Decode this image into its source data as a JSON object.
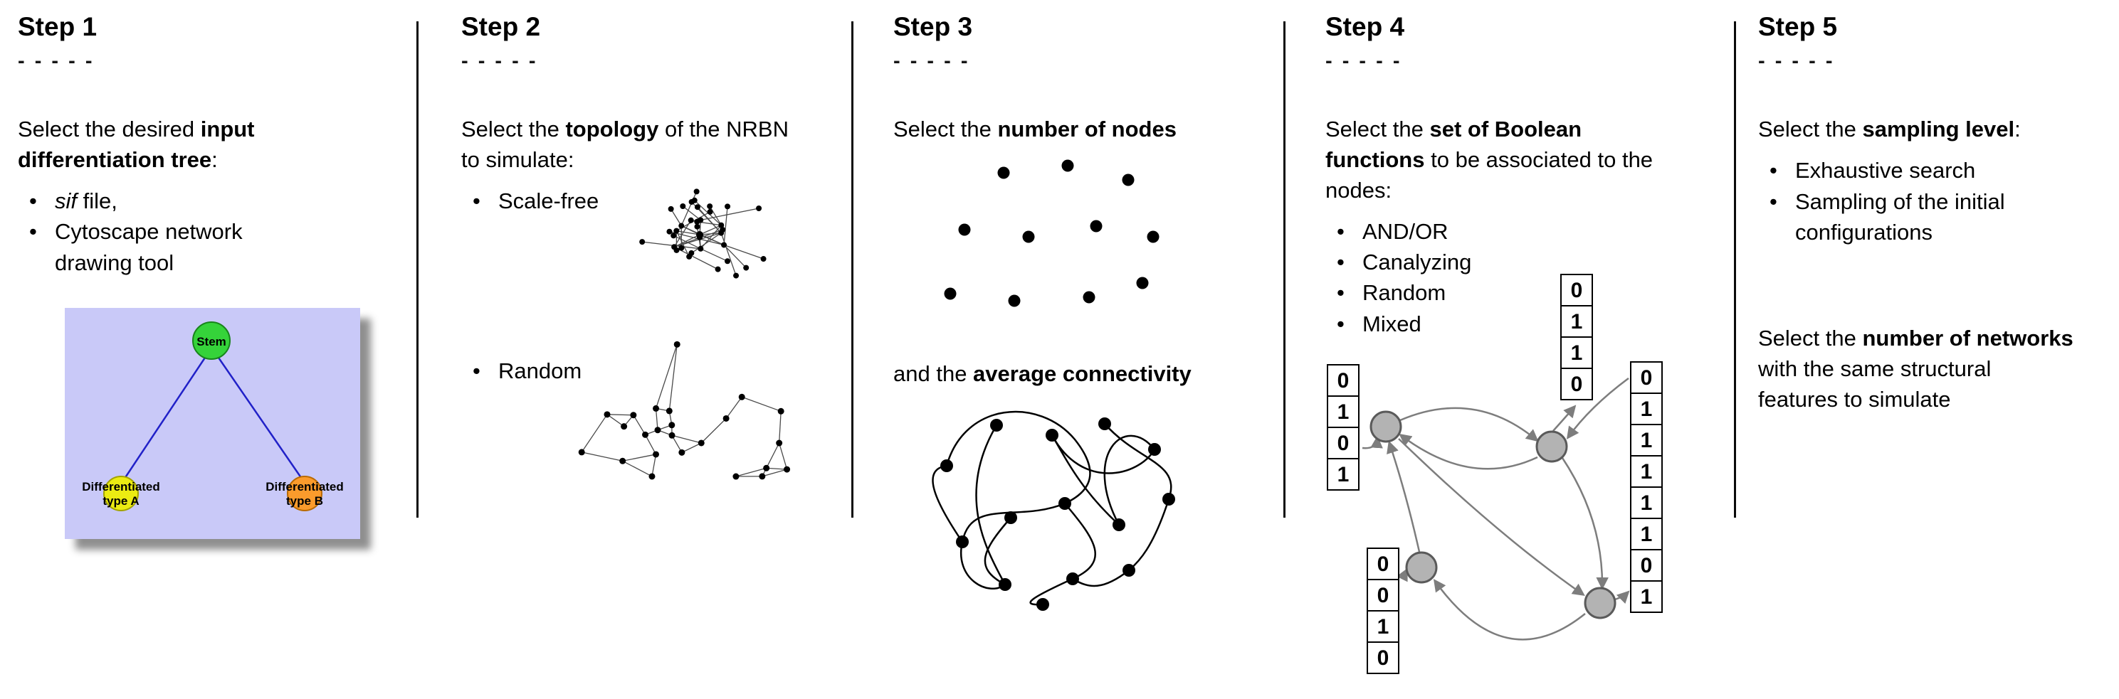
{
  "steps": [
    {
      "title": "Step 1",
      "dashes": "- - - - -",
      "intro": {
        "pre": "Select the desired ",
        "bold": "input differentiation tree",
        "post": ":"
      },
      "bullet1": {
        "italic": "sif",
        "rest": " file,"
      },
      "bullet2": "Cytoscape network drawing tool",
      "tree": {
        "root": "Stem",
        "left_line1": "Differentiated",
        "left_line2": "type A",
        "right_line1": "Differentiated",
        "right_line2": "type B"
      },
      "figure": {
        "background": "#c9c9f8",
        "root_color": "#35d33a",
        "left_color": "#ecec12",
        "right_color": "#fb9b2c",
        "edge_color": "#2121c8"
      }
    },
    {
      "title": "Step 2",
      "dashes": "- - - - -",
      "intro": {
        "pre": "Select the ",
        "bold": "topology",
        "post": " of the NRBN to simulate:"
      },
      "bullet1": "Scale-free",
      "bullet2": "Random"
    },
    {
      "title": "Step 3",
      "dashes": "- - - - -",
      "p1": {
        "pre": "Select the ",
        "bold": "number of nodes",
        "post": ""
      },
      "p2": {
        "pre": "and the ",
        "bold": "average connectivity",
        "post": ""
      }
    },
    {
      "title": "Step 4",
      "dashes": "- - - - -",
      "intro": {
        "pre": "Select the ",
        "bold": "set of Boolean functions",
        "post": " to be associated to the nodes:"
      },
      "bullets": [
        "AND/OR",
        "Canalyzing",
        "Random",
        "Mixed"
      ],
      "tables": {
        "left": [
          "0",
          "1",
          "0",
          "1"
        ],
        "top": [
          "0",
          "1",
          "1",
          "0"
        ],
        "bottom": [
          "0",
          "0",
          "1",
          "0"
        ],
        "right": [
          "0",
          "1",
          "1",
          "1",
          "1",
          "1",
          "0",
          "1"
        ]
      }
    },
    {
      "title": "Step 5",
      "dashes": "- - - - -",
      "intro": {
        "pre": "Select the ",
        "bold": "sampling level",
        "post": ":"
      },
      "bullets": [
        "Exhaustive search",
        "Sampling of the initial configurations"
      ],
      "p2": {
        "pre": "Select the ",
        "bold": "number of networks",
        "post": " with the same structural features to simulate"
      }
    }
  ]
}
